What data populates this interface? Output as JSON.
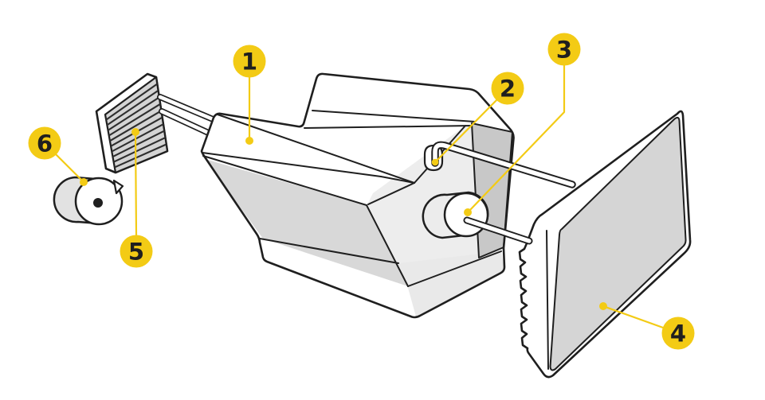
{
  "figure": {
    "kind": "exploded-parts-illustration",
    "background": "#FFFFFF"
  },
  "theme": {
    "accent": "#F3CB15",
    "ink": "#1F1F1F",
    "paper": "#FFFFFF",
    "shade_light": "#EDEDED",
    "shade_mid": "#D8D8D8",
    "shade_dark": "#C8C8C8",
    "panel_gray": "#D5D5D5"
  },
  "callouts": [
    {
      "label": "1"
    },
    {
      "label": "2"
    },
    {
      "label": "3"
    },
    {
      "label": "4"
    },
    {
      "label": "5"
    },
    {
      "label": "6"
    }
  ]
}
